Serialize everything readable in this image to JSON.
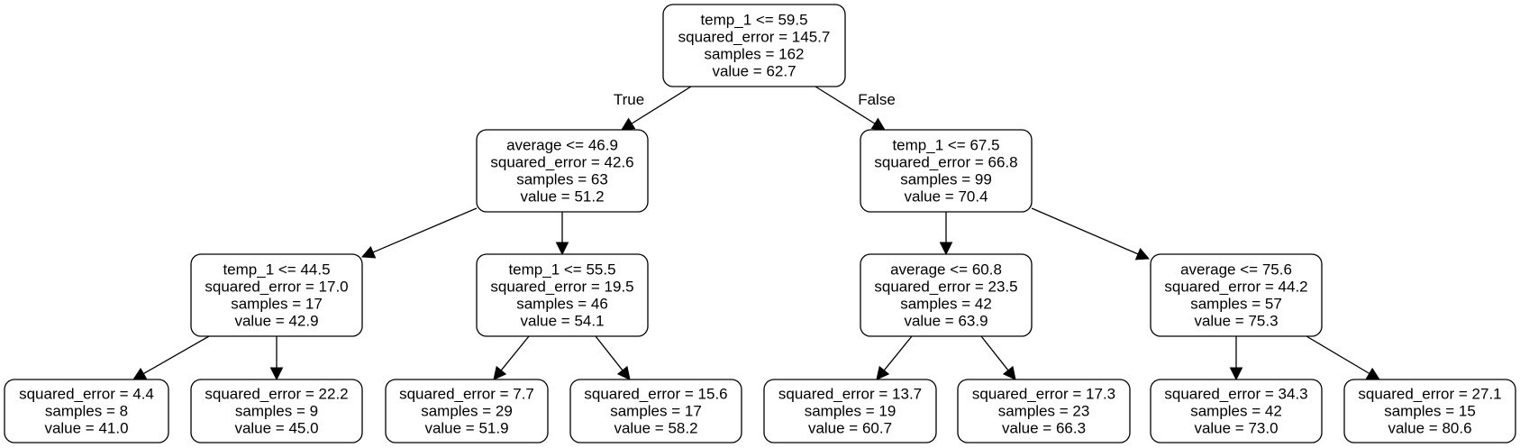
{
  "tree": {
    "nodes": [
      {
        "id": "n0",
        "lines": [
          "temp_1 <= 59.5",
          "squared_error = 145.7",
          "samples = 162",
          "value = 62.7"
        ]
      },
      {
        "id": "n1",
        "lines": [
          "average <= 46.9",
          "squared_error = 42.6",
          "samples = 63",
          "value = 51.2"
        ]
      },
      {
        "id": "n2",
        "lines": [
          "temp_1 <= 67.5",
          "squared_error = 66.8",
          "samples = 99",
          "value = 70.4"
        ]
      },
      {
        "id": "n3",
        "lines": [
          "temp_1 <= 44.5",
          "squared_error = 17.0",
          "samples = 17",
          "value = 42.9"
        ]
      },
      {
        "id": "n4",
        "lines": [
          "temp_1 <= 55.5",
          "squared_error = 19.5",
          "samples = 46",
          "value = 54.1"
        ]
      },
      {
        "id": "n5",
        "lines": [
          "average <= 60.8",
          "squared_error = 23.5",
          "samples = 42",
          "value = 63.9"
        ]
      },
      {
        "id": "n6",
        "lines": [
          "average <= 75.6",
          "squared_error = 44.2",
          "samples = 57",
          "value = 75.3"
        ]
      },
      {
        "id": "n7",
        "lines": [
          "squared_error = 4.4",
          "samples = 8",
          "value = 41.0"
        ]
      },
      {
        "id": "n8",
        "lines": [
          "squared_error = 22.2",
          "samples = 9",
          "value = 45.0"
        ]
      },
      {
        "id": "n9",
        "lines": [
          "squared_error = 7.7",
          "samples = 29",
          "value = 51.9"
        ]
      },
      {
        "id": "n10",
        "lines": [
          "squared_error = 15.6",
          "samples = 17",
          "value = 58.2"
        ]
      },
      {
        "id": "n11",
        "lines": [
          "squared_error = 13.7",
          "samples = 19",
          "value = 60.7"
        ]
      },
      {
        "id": "n12",
        "lines": [
          "squared_error = 17.3",
          "samples = 23",
          "value = 66.3"
        ]
      },
      {
        "id": "n13",
        "lines": [
          "squared_error = 34.3",
          "samples = 42",
          "value = 73.0"
        ]
      },
      {
        "id": "n14",
        "lines": [
          "squared_error = 27.1",
          "samples = 15",
          "value = 80.6"
        ]
      }
    ],
    "edges": [
      {
        "from": "n0",
        "to": "n1",
        "label": "True"
      },
      {
        "from": "n0",
        "to": "n2",
        "label": "False"
      },
      {
        "from": "n1",
        "to": "n3"
      },
      {
        "from": "n1",
        "to": "n4"
      },
      {
        "from": "n2",
        "to": "n5"
      },
      {
        "from": "n2",
        "to": "n6"
      },
      {
        "from": "n3",
        "to": "n7"
      },
      {
        "from": "n3",
        "to": "n8"
      },
      {
        "from": "n4",
        "to": "n9"
      },
      {
        "from": "n4",
        "to": "n10"
      },
      {
        "from": "n5",
        "to": "n11"
      },
      {
        "from": "n5",
        "to": "n12"
      },
      {
        "from": "n6",
        "to": "n13"
      },
      {
        "from": "n6",
        "to": "n14"
      }
    ]
  }
}
